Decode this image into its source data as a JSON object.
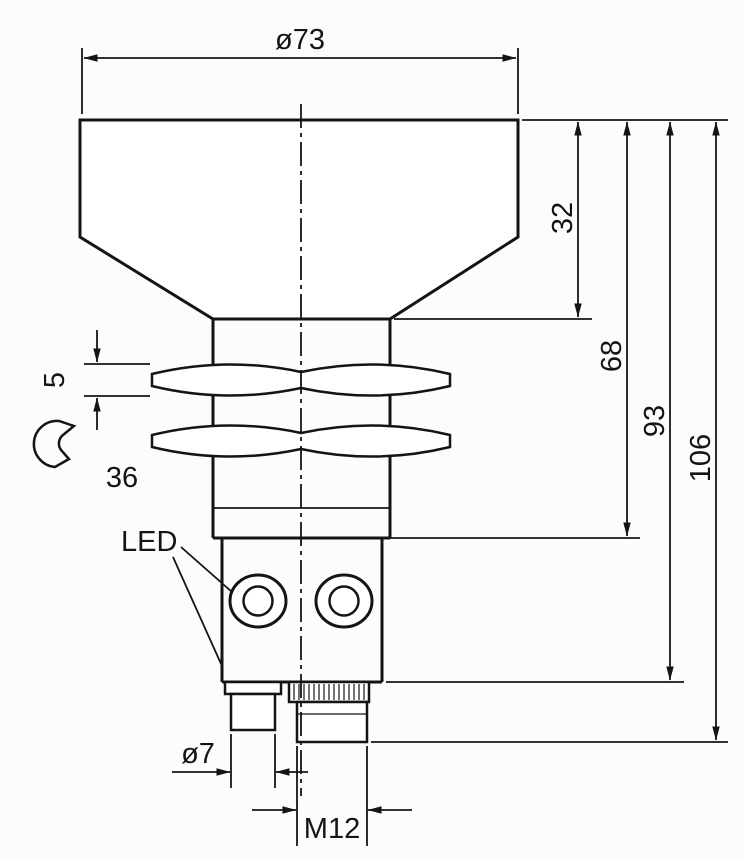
{
  "page": {
    "background": "#fcfcfc",
    "line_color": "#141414"
  },
  "drawing": {
    "dimensions": {
      "top_diameter": "ø73",
      "nut_thickness": "5",
      "wrench_size": "36",
      "led_label": "LED",
      "cap_height": "32",
      "barrel_height": "68",
      "body_height": "93",
      "overall_height": "106",
      "pigtail_diameter": "ø7",
      "connector_thread": "M12"
    }
  }
}
